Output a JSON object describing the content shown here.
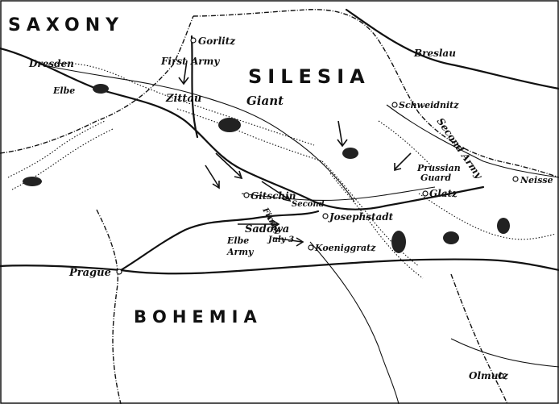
{
  "regions": {
    "saxony": "SAXONY",
    "silesia": "SILESIA",
    "bohemia": "BOHEMIA"
  },
  "places": {
    "gorlitz": "Gorlitz",
    "dresden": "Dresden",
    "elbe_river": "Elbe",
    "zittau": "Zittau",
    "breslau": "Breslau",
    "schweidnitz": "Schweidnitz",
    "gitschin": "Gitschin",
    "josephstadt": "Josephstadt",
    "glatz": "Glatz",
    "neisse": "Neisse",
    "sadowa": "Sadowa",
    "koeniggratz": "Koeniggratz",
    "prague": "Prague",
    "olmutz": "Olmutz",
    "giant": "Giant"
  },
  "armies": {
    "first_army_1": "First",
    "first_army_2": "Army",
    "elbe_army_1": "Elbe",
    "elbe_army_2": "Army",
    "second_army": "Second Army",
    "prussian_guard_1": "Prussian",
    "prussian_guard_2": "Guard",
    "first_army_small": "First",
    "second_small": "Second",
    "army_small": "Army",
    "july": "July 3"
  }
}
